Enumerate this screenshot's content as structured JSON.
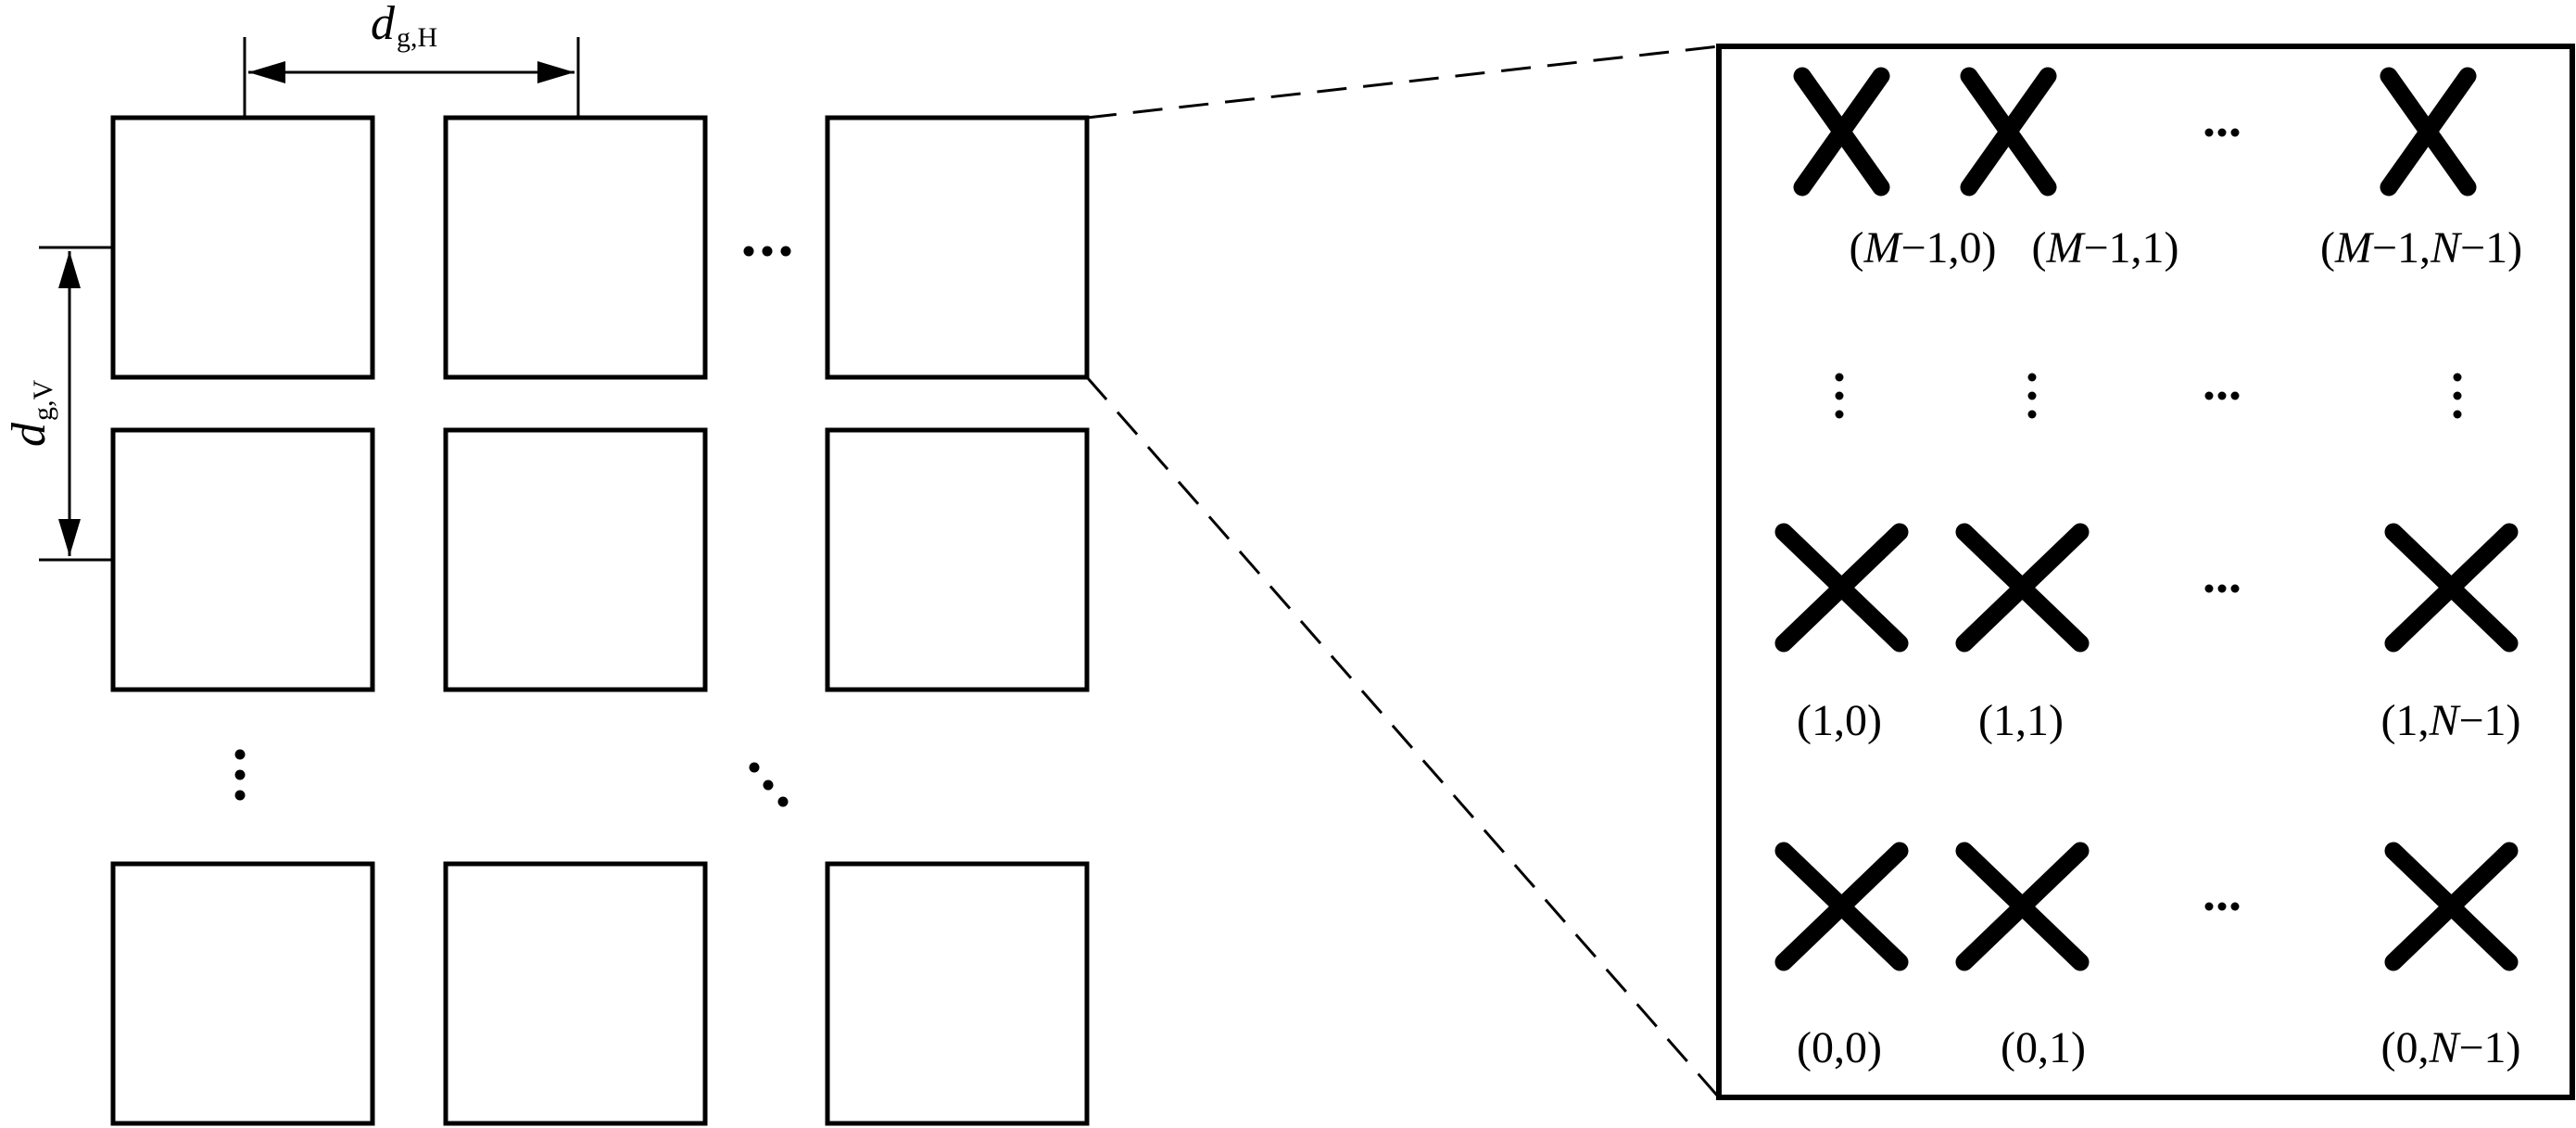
{
  "dimensions": {
    "horizontal": {
      "base": "d",
      "sub": "g,H"
    },
    "vertical": {
      "base": "d",
      "sub": "g,V"
    }
  },
  "ellipsis": {
    "horizontal": "···"
  },
  "elements": {
    "top_row": [
      {
        "paren_open": "(",
        "m": "M",
        "m_tail": "−1,0",
        "paren_close": ")"
      },
      {
        "paren_open": "(",
        "m": "M",
        "m_tail": "−1,1",
        "paren_close": ")"
      },
      {
        "paren_open": "(",
        "m": "M",
        "m_tail": "−1,",
        "n": "N",
        "n_tail": "−1",
        "paren_close": ")"
      }
    ],
    "middle_row": [
      {
        "text": "(1,0)"
      },
      {
        "text": "(1,1)"
      },
      {
        "paren_open": "(",
        "head": "1,",
        "n": "N",
        "n_tail": "−1",
        "paren_close": ")"
      }
    ],
    "bottom_row": [
      {
        "text": "(0,0)"
      },
      {
        "text": "(0,1)"
      },
      {
        "paren_open": "(",
        "head": "0,",
        "n": "N",
        "n_tail": "−1",
        "paren_close": ")"
      }
    ]
  }
}
